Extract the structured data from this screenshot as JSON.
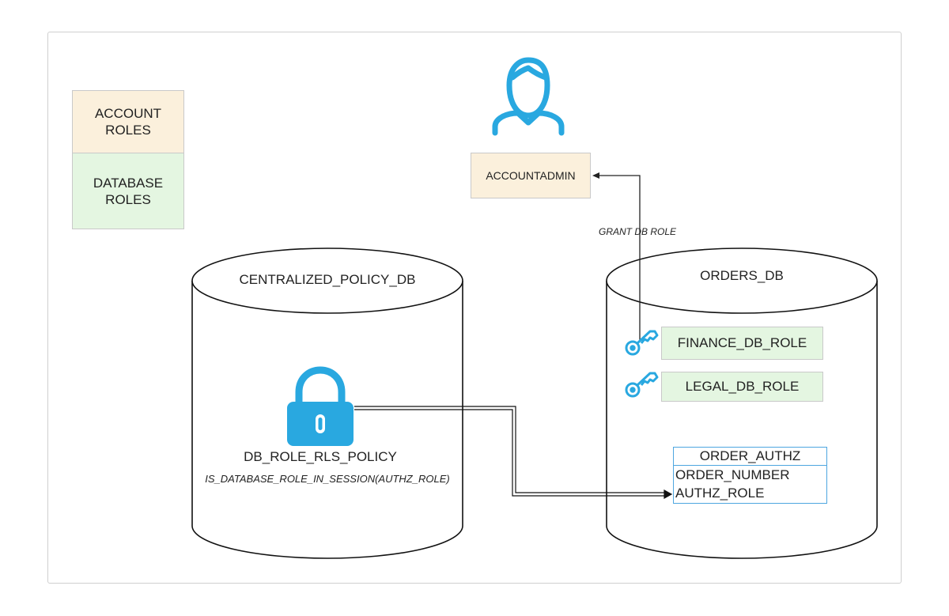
{
  "legend": {
    "account_roles": "ACCOUNT\nROLES",
    "database_roles": "DATABASE\nROLES",
    "account_color": "#fbf0dc",
    "database_color": "#e4f6e1"
  },
  "user": {
    "icon": "user-icon",
    "role": "ACCOUNTADMIN"
  },
  "grant_label": "GRANT DB ROLE",
  "policy_db": {
    "name": "CENTRALIZED_POLICY_DB",
    "policy_icon": "lock-icon",
    "policy_name": "DB_ROLE_RLS_POLICY",
    "policy_expression": "IS_DATABASE_ROLE_IN_SESSION(AUTHZ_ROLE)"
  },
  "orders_db": {
    "name": "ORDERS_DB",
    "roles": [
      {
        "icon": "key-icon",
        "label": "FINANCE_DB_ROLE"
      },
      {
        "icon": "key-icon",
        "label": "LEGAL_DB_ROLE"
      }
    ],
    "table": {
      "name": "ORDER_AUTHZ",
      "columns": [
        "ORDER_NUMBER",
        "AUTHZ_ROLE"
      ]
    }
  },
  "icon_color": "#29a8e0"
}
